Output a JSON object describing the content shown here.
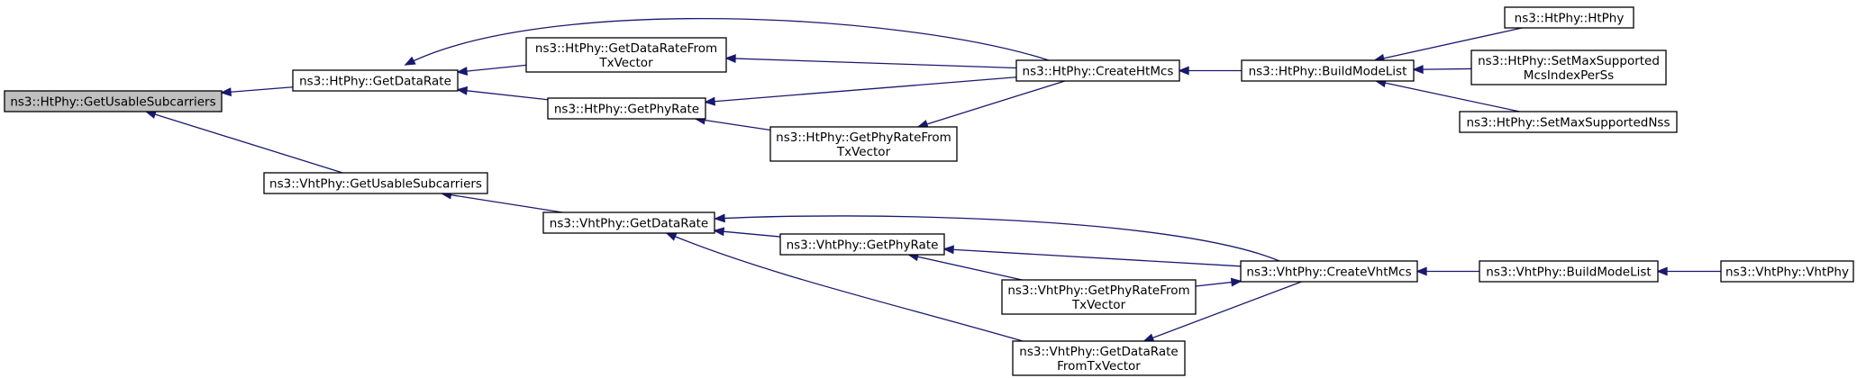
{
  "graph": {
    "edge_color": "#191970",
    "focus_fill": "#bfbfbf",
    "nodes": [
      {
        "id": "n_ht_gus",
        "lines": [
          "ns3::HtPhy::GetUsableSubcarriers"
        ],
        "focus": true
      },
      {
        "id": "n_ht_gdr",
        "lines": [
          "ns3::HtPhy::GetDataRate"
        ]
      },
      {
        "id": "n_vht_gus",
        "lines": [
          "ns3::VhtPhy::GetUsableSubcarriers"
        ]
      },
      {
        "id": "n_ht_gdrtx",
        "lines": [
          "ns3::HtPhy::GetDataRateFrom",
          "TxVector"
        ]
      },
      {
        "id": "n_ht_gpr",
        "lines": [
          "ns3::HtPhy::GetPhyRate"
        ]
      },
      {
        "id": "n_ht_gprtx",
        "lines": [
          "ns3::HtPhy::GetPhyRateFrom",
          "TxVector"
        ]
      },
      {
        "id": "n_ht_chm",
        "lines": [
          "ns3::HtPhy::CreateHtMcs"
        ]
      },
      {
        "id": "n_ht_bml",
        "lines": [
          "ns3::HtPhy::BuildModeList"
        ]
      },
      {
        "id": "n_ht_ctor",
        "lines": [
          "ns3::HtPhy::HtPhy"
        ]
      },
      {
        "id": "n_ht_smm",
        "lines": [
          "ns3::HtPhy::SetMaxSupported",
          "McsIndexPerSs"
        ]
      },
      {
        "id": "n_ht_smn",
        "lines": [
          "ns3::HtPhy::SetMaxSupportedNss"
        ]
      },
      {
        "id": "n_vht_gdr",
        "lines": [
          "ns3::VhtPhy::GetDataRate"
        ]
      },
      {
        "id": "n_vht_gpr",
        "lines": [
          "ns3::VhtPhy::GetPhyRate"
        ]
      },
      {
        "id": "n_vht_gprtx",
        "lines": [
          "ns3::VhtPhy::GetPhyRateFrom",
          "TxVector"
        ]
      },
      {
        "id": "n_vht_gdrtx",
        "lines": [
          "ns3::VhtPhy::GetDataRate",
          "FromTxVector"
        ]
      },
      {
        "id": "n_vht_cvm",
        "lines": [
          "ns3::VhtPhy::CreateVhtMcs"
        ]
      },
      {
        "id": "n_vht_bml",
        "lines": [
          "ns3::VhtPhy::BuildModeList"
        ]
      },
      {
        "id": "n_vht_ctor",
        "lines": [
          "ns3::VhtPhy::VhtPhy"
        ]
      }
    ],
    "edges": [
      {
        "from": "n_ht_gdr",
        "to": "n_ht_gus"
      },
      {
        "from": "n_vht_gus",
        "to": "n_ht_gus"
      },
      {
        "from": "n_ht_chm",
        "to": "n_ht_gdr"
      },
      {
        "from": "n_ht_gdrtx",
        "to": "n_ht_gdr"
      },
      {
        "from": "n_ht_gpr",
        "to": "n_ht_gdr"
      },
      {
        "from": "n_ht_chm",
        "to": "n_ht_gdrtx"
      },
      {
        "from": "n_ht_chm",
        "to": "n_ht_gpr"
      },
      {
        "from": "n_ht_gprtx",
        "to": "n_ht_gpr"
      },
      {
        "from": "n_ht_chm",
        "to": "n_ht_gprtx"
      },
      {
        "from": "n_ht_bml",
        "to": "n_ht_chm"
      },
      {
        "from": "n_ht_ctor",
        "to": "n_ht_bml"
      },
      {
        "from": "n_ht_smm",
        "to": "n_ht_bml"
      },
      {
        "from": "n_ht_smn",
        "to": "n_ht_bml"
      },
      {
        "from": "n_vht_gdr",
        "to": "n_vht_gus"
      },
      {
        "from": "n_vht_cvm",
        "to": "n_vht_gdr"
      },
      {
        "from": "n_vht_gpr",
        "to": "n_vht_gdr"
      },
      {
        "from": "n_vht_gdrtx",
        "to": "n_vht_gdr"
      },
      {
        "from": "n_vht_cvm",
        "to": "n_vht_gpr"
      },
      {
        "from": "n_vht_gprtx",
        "to": "n_vht_gpr"
      },
      {
        "from": "n_vht_gprtx",
        "to": "n_vht_cvm"
      },
      {
        "from": "n_vht_cvm",
        "to": "n_vht_gdrtx"
      },
      {
        "from": "n_vht_bml",
        "to": "n_vht_cvm"
      },
      {
        "from": "n_vht_ctor",
        "to": "n_vht_bml"
      }
    ]
  }
}
